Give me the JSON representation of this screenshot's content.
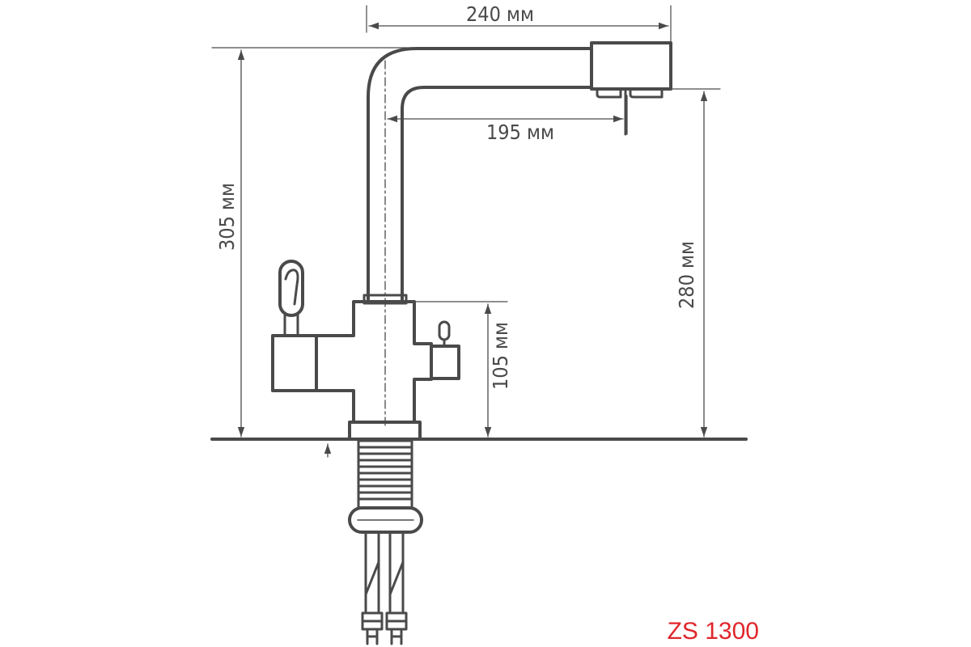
{
  "dimensions": {
    "spout_reach": "240 мм",
    "outlet_offset": "195 мм",
    "total_height": "305 мм",
    "outlet_height": "280 мм",
    "body_height": "105 мм"
  },
  "model": "ZS 1300",
  "colors": {
    "line": "#4a4a4a",
    "accent": "#e0262b",
    "background": "#ffffff"
  }
}
